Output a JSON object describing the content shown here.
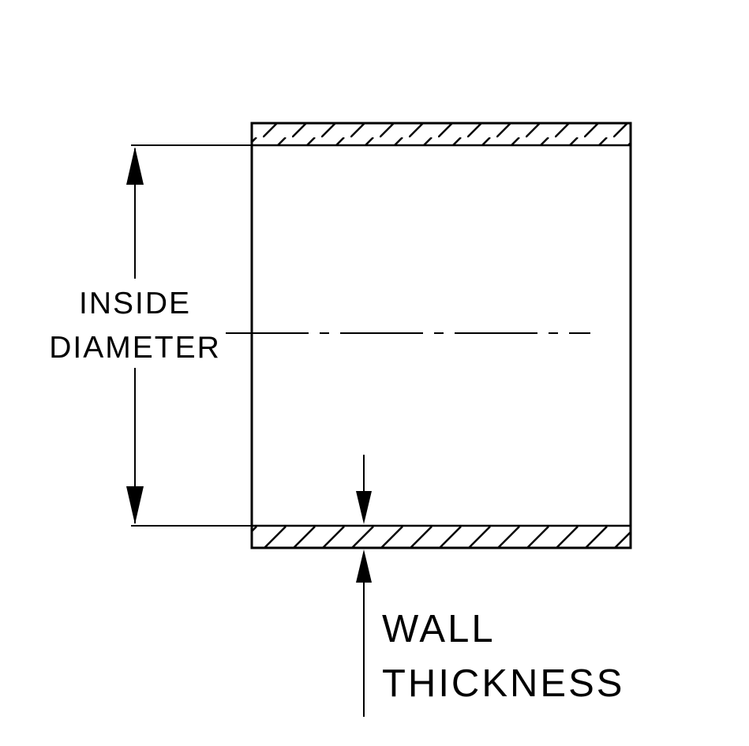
{
  "diagram": {
    "labels": {
      "inside_diameter": [
        "INSIDE",
        "DIAMETER"
      ],
      "wall_thickness": [
        "WALL",
        "THICKNESS"
      ]
    },
    "colors": {
      "line": "#000000",
      "background": "#ffffff"
    }
  }
}
